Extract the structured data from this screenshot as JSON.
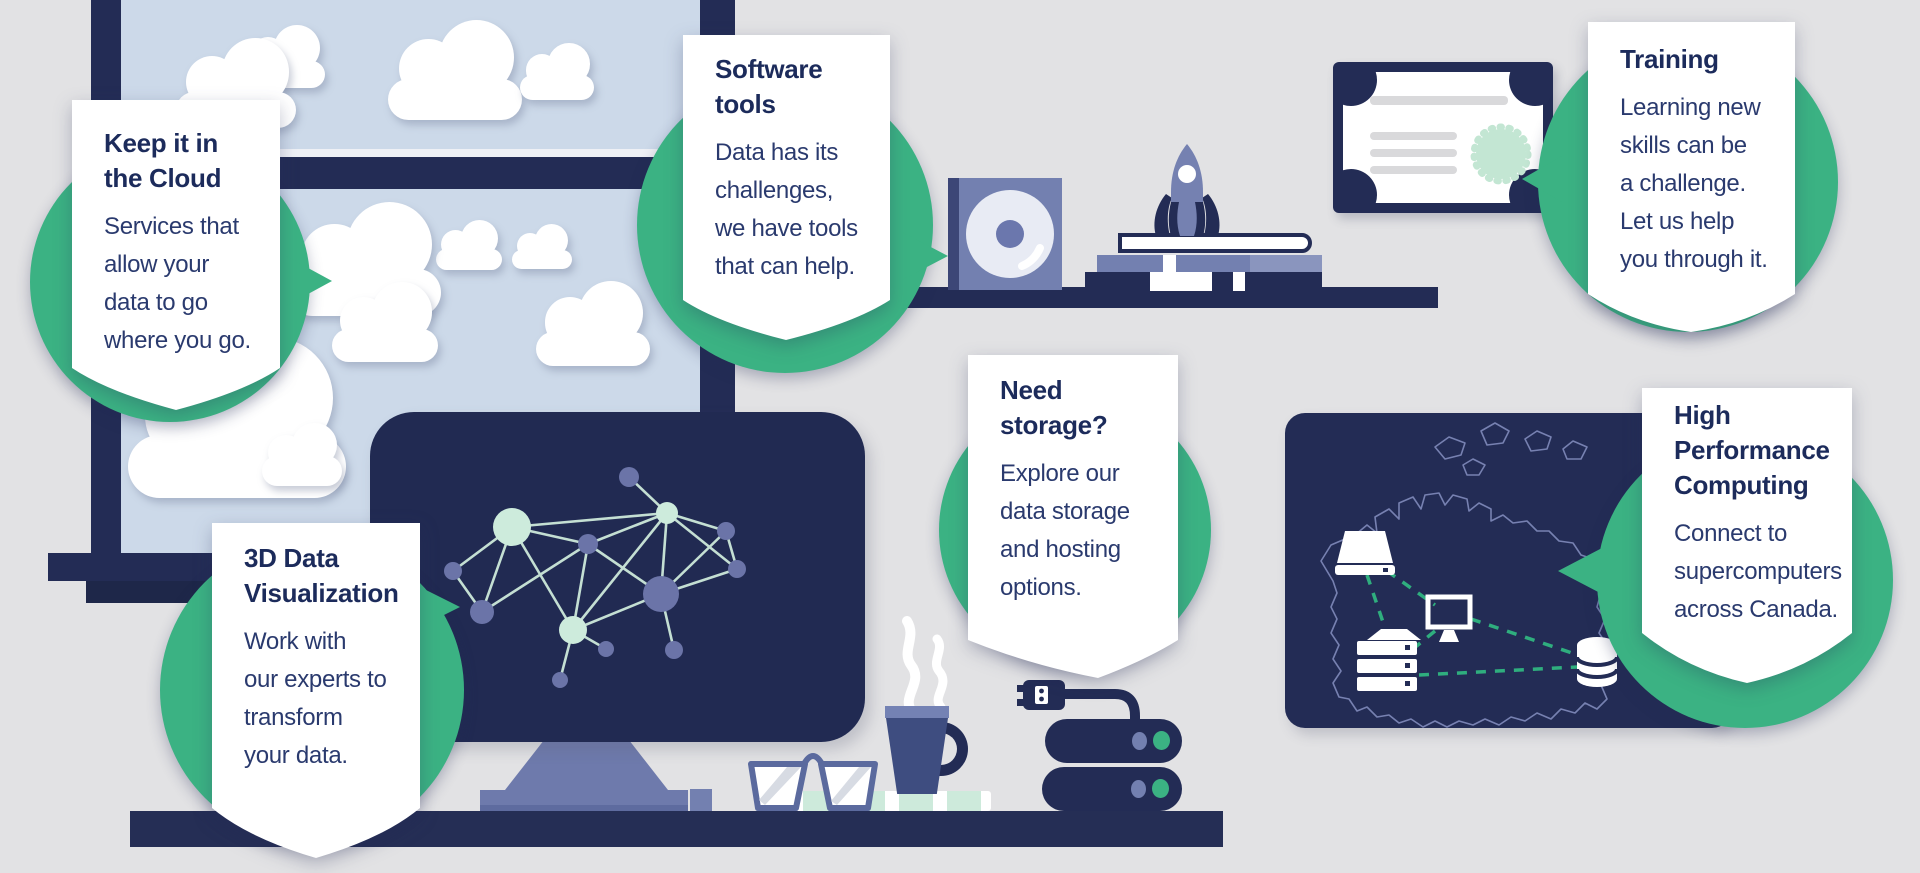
{
  "title": "Data services infographic",
  "colors": {
    "background": "#e2e2e4",
    "navy": "#232c55",
    "screen_navy": "#212a52",
    "blue_purple": "#7380b0",
    "stand_purple": "#6e7aac",
    "pane_blue": "#ccd9e9",
    "mint": "#cdeadb",
    "green": "#3bb283",
    "white": "#ffffff",
    "heading_text": "#1c2b5b",
    "body_text": "#2a3a6e"
  },
  "callouts": {
    "cloud": {
      "title": "Keep it in\nthe Cloud",
      "body": "Services that\nallow your\ndata to go\nwhere you go."
    },
    "software": {
      "title": "Software\ntools",
      "body": "Data has its\nchallenges,\nwe have tools\nthat can help."
    },
    "training": {
      "title": "Training",
      "body": "Learning new\nskills can be\na challenge.\nLet us help\nyou through it."
    },
    "viz": {
      "title": "3D Data\nVisualization",
      "body": "Work with\nour experts to\ntransform\nyour data."
    },
    "storage": {
      "title": "Need\nstorage?",
      "body": "Explore our\ndata storage\nand hosting\noptions."
    },
    "hpc": {
      "title": "High\nPerformance\nComputing",
      "body": "Connect to\nsupercomputers\nacross Canada."
    }
  },
  "icons": [
    "window",
    "cloud-icon",
    "monitor-icon",
    "network-graph-icon",
    "desk",
    "window-sill",
    "shelf",
    "cd-case-icon",
    "book-stack-icon",
    "rocket-icon",
    "certificate-icon",
    "seal-icon",
    "coffee-mug-icon",
    "steam-icon",
    "glasses-icon",
    "notebook-icon",
    "usb-plug-icon",
    "cable-icon",
    "server-stack-icon",
    "status-light-icon",
    "map-panel",
    "canada-map-outline",
    "external-drive-icon",
    "desktop-computer-icon",
    "server-icon",
    "database-icon",
    "speech-bubble"
  ]
}
